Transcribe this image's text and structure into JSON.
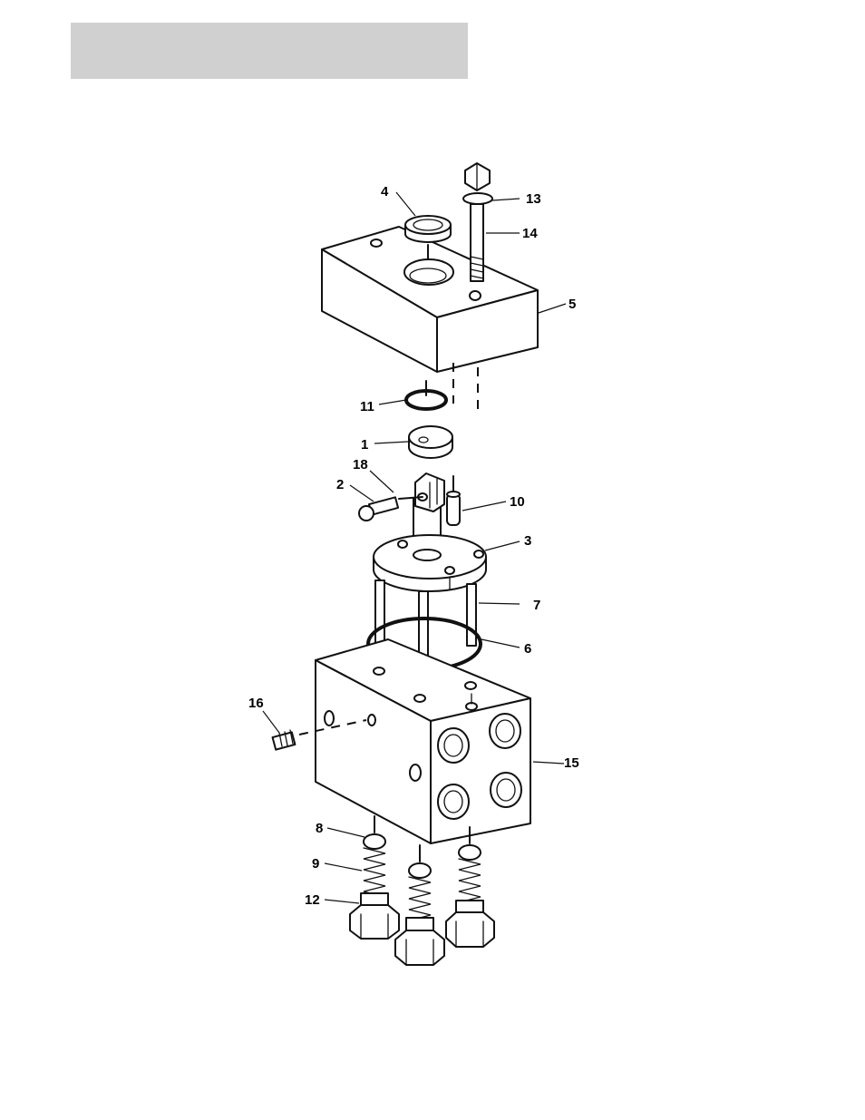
{
  "callouts": [
    {
      "id": "c1",
      "label": "1"
    },
    {
      "id": "c2",
      "label": "2"
    },
    {
      "id": "c3",
      "label": "3"
    },
    {
      "id": "c4",
      "label": "4"
    },
    {
      "id": "c5",
      "label": "5"
    },
    {
      "id": "c6",
      "label": "6"
    },
    {
      "id": "c7",
      "label": "7"
    },
    {
      "id": "c8",
      "label": "8"
    },
    {
      "id": "c9",
      "label": "9"
    },
    {
      "id": "c10",
      "label": "10"
    },
    {
      "id": "c11",
      "label": "11"
    },
    {
      "id": "c12",
      "label": "12"
    },
    {
      "id": "c13",
      "label": "13"
    },
    {
      "id": "c14",
      "label": "14"
    },
    {
      "id": "c15",
      "label": "15"
    },
    {
      "id": "c16",
      "label": "16"
    },
    {
      "id": "c18",
      "label": "18"
    }
  ],
  "colors": {
    "header_band": "#d0d0d0",
    "line": "#111111",
    "background": "#ffffff"
  }
}
